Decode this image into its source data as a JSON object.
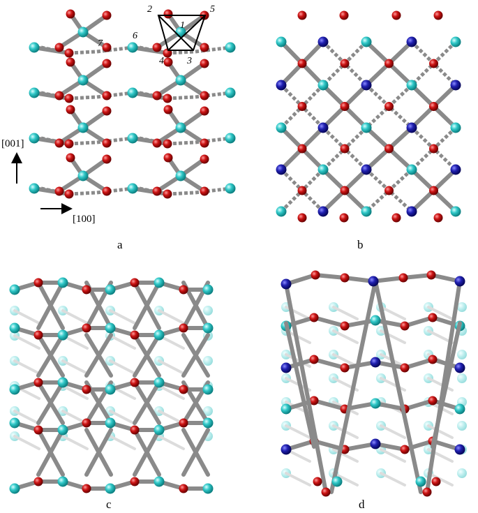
{
  "panels": [
    {
      "label": "a"
    },
    {
      "label": "b"
    },
    {
      "label": "c"
    },
    {
      "label": "d"
    }
  ],
  "axes": {
    "vertical": "[001]",
    "horizontal": "[100]"
  },
  "atom_labels": [
    "1",
    "2",
    "3",
    "4",
    "5",
    "6",
    "7"
  ],
  "colors": {
    "cation_cyan": "#26c6c6",
    "cation_blue": "#1a1aa8",
    "anion_red": "#c21414",
    "bond": "#8a8a8a",
    "ghost_cyan": "#b9ecec",
    "ghost_bond": "#dcdcdc"
  }
}
